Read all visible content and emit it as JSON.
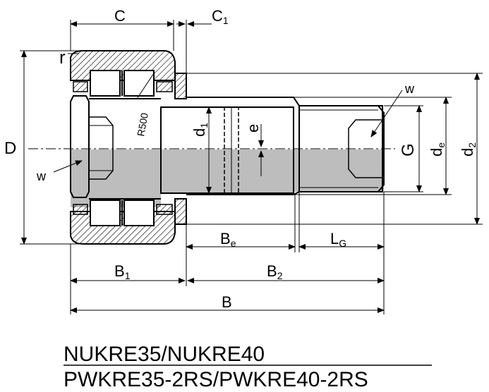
{
  "labels": {
    "C": "C",
    "C1_main": "C",
    "C1_sub": "1",
    "r": "r",
    "D": "D",
    "w_left": "w",
    "w_right": "w",
    "R500": "R500",
    "d1_main": "d",
    "d1_sub": "1",
    "e": "e",
    "G": "G",
    "de_main": "d",
    "de_sub": "e",
    "d2_main": "d",
    "d2_sub": "2",
    "Be_main": "B",
    "Be_sub": "e",
    "LG_main": "L",
    "LG_sub": "G",
    "B1_main": "B",
    "B1_sub": "1",
    "B2_main": "B",
    "B2_sub": "2",
    "B": "B"
  },
  "title": {
    "line1": "NUKRE35/NUKRE40",
    "line2": "PWKRE35-2RS/PWKRE40-2RS"
  }
}
